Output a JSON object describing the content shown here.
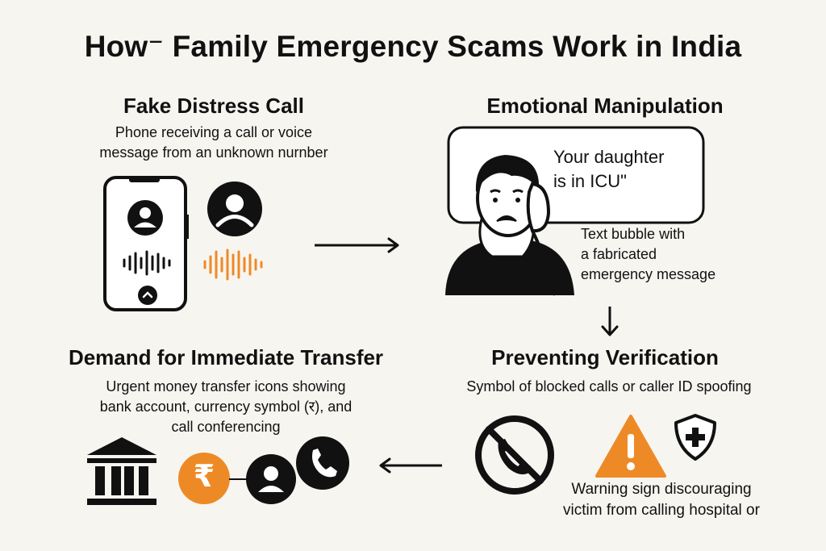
{
  "title": "How⁻ Family Emergency Scams Work in India",
  "steps": {
    "fake_call": {
      "heading": "Fake Distress Call",
      "description_line1": "Phone receiving a call or voice",
      "description_line2": "message from an unknown nurnber"
    },
    "manipulation": {
      "heading": "Emotional Manipulation",
      "bubble_line1": "Your daughter",
      "bubble_line2": "is in ICU\"",
      "description_line1": "Text bubble with",
      "description_line2": "a fabricated",
      "description_line3": "emergency message"
    },
    "verification": {
      "heading": "Preventing Verification",
      "description": "Symbol of blocked calls or caller ID spoofing",
      "warning_line1": "Warning sign discouraging",
      "warning_line2": "victim from calling hospital or"
    },
    "transfer": {
      "heading": "Demand for Immediate Transfer",
      "description_line1": "Urgent money transfer icons showing",
      "description_line2": "bank account, currency symbol (र), and",
      "description_line3": "call conferencing",
      "currency_symbol": "₹"
    }
  },
  "colors": {
    "accent_orange": "#ee8a26",
    "ink": "#111111",
    "background": "#f7f5f0"
  },
  "icons": [
    "phone-icon",
    "avatar-icon",
    "sound-wave-icon",
    "distressed-person-icon",
    "blocked-call-icon",
    "warning-triangle-icon",
    "shield-plus-icon",
    "bank-icon",
    "rupee-coin-icon",
    "person-icon",
    "phone-handset-icon",
    "arrow-right-icon",
    "arrow-down-icon",
    "arrow-left-icon"
  ]
}
